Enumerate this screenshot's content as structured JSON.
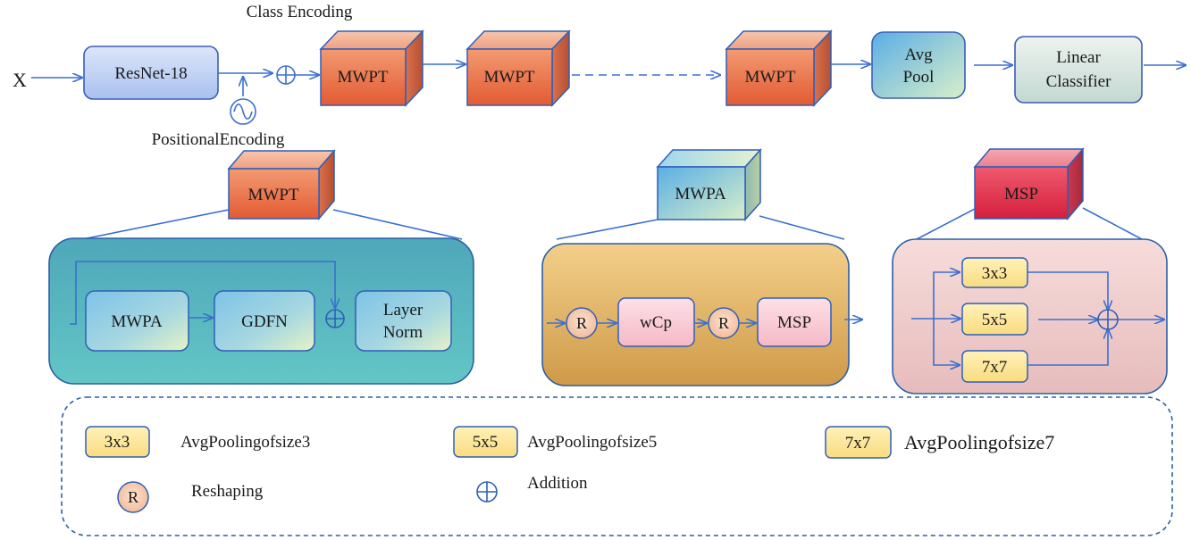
{
  "pipeline": {
    "input_label": "X",
    "backbone": "ResNet-18",
    "class_encoding": "Class Encoding",
    "positional_encoding": "PositionalEncoding",
    "block_label": "MWPT",
    "pool_line1": "Avg",
    "pool_line2": "Pool",
    "classifier_line1": "Linear",
    "classifier_line2": "Classifier"
  },
  "mwpt_detail": {
    "header": "MWPT",
    "attention": "MWPA",
    "ffn": "GDFN",
    "norm_line1": "Layer",
    "norm_line2": "Norm"
  },
  "mwpa_detail": {
    "header": "MWPA",
    "reshape_1": "R",
    "core": "wCp",
    "reshape_2": "R",
    "pool": "MSP"
  },
  "msp_detail": {
    "header": "MSP",
    "pool_3": "3x3",
    "pool_5": "5x5",
    "pool_7": "7x7"
  },
  "legend": {
    "k3_chip": "3x3",
    "k3_text": "AvgPoolingofsize3",
    "k5_chip": "5x5",
    "k5_text": "AvgPoolingofsize5",
    "k7_chip": "7x7",
    "k7_text": "AvgPoolingofsize7",
    "reshape_chip": "R",
    "reshape_text": "Reshaping",
    "addition_text": "Addition"
  },
  "colors": {
    "arrow": "#3a6fd0",
    "cube_orange": "#e8673f",
    "cube_red": "#dc2a46",
    "panel_teal": "#5bbcc4",
    "panel_orange": "#e2b468",
    "panel_pink": "#efd0cf",
    "chip_yellow": "#fbe59a"
  }
}
